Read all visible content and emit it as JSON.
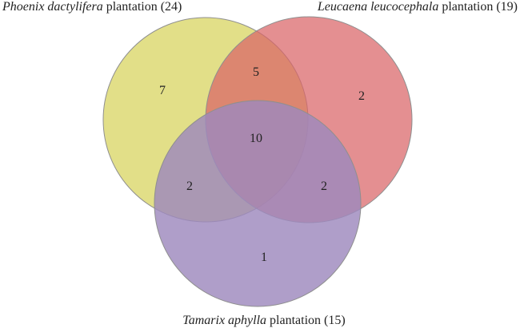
{
  "sets": {
    "phoenix": {
      "name_italic": "Phoenix dactylifera",
      "suffix": " plantation (24)",
      "color": "#dcd86e"
    },
    "leucaena": {
      "name_italic": "Leucaena leucocephala",
      "suffix": " plantation (19)",
      "color": "#d96466"
    },
    "tamarix": {
      "name_italic": "Tamarix aphylla",
      "suffix": " plantation (15)",
      "color": "#9d89bd"
    }
  },
  "regions": {
    "phoenix_only": "7",
    "leucaena_only": "2",
    "tamarix_only": "1",
    "phoenix_leucaena": "5",
    "phoenix_tamarix": "2",
    "leucaena_tamarix": "2",
    "all_three": "10"
  }
}
